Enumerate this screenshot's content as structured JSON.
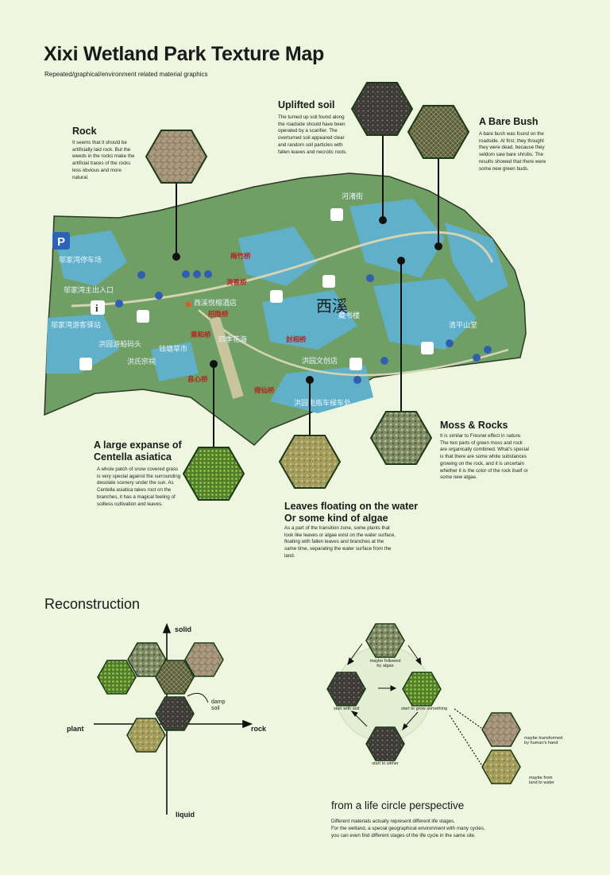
{
  "title": "Xixi Wetland Park Texture Map",
  "subtitle": "Repeated/graphical/environment related material graphics",
  "annotations": {
    "rock": {
      "head": "Rock",
      "body": "It seems that it should be artificially laid rock. But the weeds in the rocks make the artificial traces of the rocks less obvious and more natural."
    },
    "uplifted_soil": {
      "head": "Uplifted soil",
      "body": "The turned up soil found along the roadside should have been operated by a scarifier. The overturned soil appeared clear and random soil particles with fallen leaves and necrotic roots."
    },
    "bare_bush": {
      "head": "A Bare Bush",
      "body": "A bare bush was found on the roadside. At first, they thought they were dead, because they seldom saw bare shrubs. The results showed that there were some new green buds."
    },
    "centella": {
      "head_line1": "A large expanse of",
      "head_line2": "Centella asiatica",
      "body": "A whole patch of snow covered grass is very special against the surrounding desolate scenery under the sun. As Centella asiatica takes root on the branches, it has a magical feeling of soilless cultivation and leaves."
    },
    "leaves": {
      "head_line1": "Leaves floating on the water",
      "head_line2": "Or some kind of algae",
      "body": "As a part of the transition zone, some plants that look like leaves or algae exist on the water surface, floating with fallen leaves and branches at the same time, separating the water surface from the land."
    },
    "moss": {
      "head": "Moss & Rocks",
      "body": "It is similar to Fresnel effect in nature. The two parts of green moss and rock are organically combined. What's special is that there are some white substances growing on the rock, and it is uncertain whether it is the color of the rock itself or some new algae."
    }
  },
  "map_labels": {
    "l1": "邬家湾停车场",
    "l2": "邬家湾主出入口",
    "l3": "邬家湾游客驿站",
    "l4": "洪园游船码头",
    "l5": "钱塘草市",
    "l6": "洪氏宗祠",
    "l7": "四季花海",
    "l8": "藏书楼",
    "l9": "洪园文创店",
    "l10": "洪园电瓶车候车处",
    "l11": "清平山堂",
    "l12": "西溪悦榕酒店",
    "l13": "河渚街",
    "r1": "梅竹桥",
    "r2": "流香桥",
    "r3": "招隐桥",
    "r4": "乘和桥",
    "r5": "封相桥",
    "r6": "息心桥",
    "r7": "得仙桥",
    "r8": "西溪"
  },
  "reconstruction": {
    "title": "Reconstruction",
    "axis_solid": "solid",
    "axis_liquid": "liquid",
    "axis_plant": "plant",
    "axis_rock": "rock",
    "damp_soil": "damp\nsoil"
  },
  "cycle": {
    "top": "maybe followed\nby algae",
    "left": "start with soil",
    "right": "start to grow something",
    "bottom": "start to wither",
    "side1": "maybe transformed\nby human's hand",
    "side2": "maybe from\nland to water"
  },
  "lifecircle": {
    "title": "from a life circle perspective",
    "line1": "Different materials actually represent different life stages.",
    "line2": "For the wetland, a special geographical environment with many cycles, you can even find different stages of the life cycle in the same site."
  },
  "colors": {
    "background": "#eef6df",
    "water": "#5fb0c8",
    "land": "#7aa56a",
    "hex_border": "#1c3a17"
  },
  "icons": [
    "parking-icon",
    "info-icon",
    "toilet-icon",
    "cafe-icon",
    "location-pin-icon"
  ]
}
